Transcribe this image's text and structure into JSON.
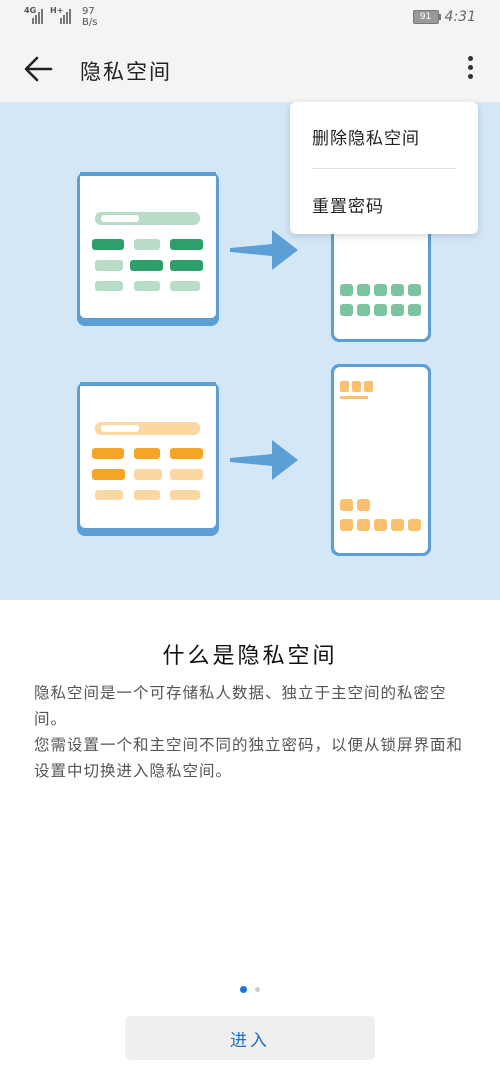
{
  "status_bar": {
    "sim1_network": "4G",
    "sim2_network": "H+",
    "net_speed_value": "97",
    "net_speed_unit": "B/s",
    "battery_level": "91",
    "time": "4:31"
  },
  "app_bar": {
    "title": "隐私空间",
    "back_icon": "arrow-left-icon",
    "more_icon": "more-vertical-icon"
  },
  "menu": {
    "items": [
      {
        "label": "删除隐私空间"
      },
      {
        "label": "重置密码"
      }
    ]
  },
  "content": {
    "heading": "什么是隐私空间",
    "paragraph1": "隐私空间是一个可存储私人数据、独立于主空间的私密空间。",
    "paragraph2": "您需设置一个和主空间不同的独立密码，以便从锁屏界面和设置中切换进入隐私空间。"
  },
  "pager": {
    "total": 2,
    "current": 1
  },
  "actions": {
    "enter_label": "进入"
  },
  "colors": {
    "accent": "#1a73e8",
    "illustration_bg": "#d4e7f7",
    "green_dark": "#2e9e6b",
    "green_light": "#b9dcc9",
    "orange_dark": "#f4a526",
    "orange_light": "#fbd8a2",
    "phone_frame": "#5b9fd6"
  }
}
